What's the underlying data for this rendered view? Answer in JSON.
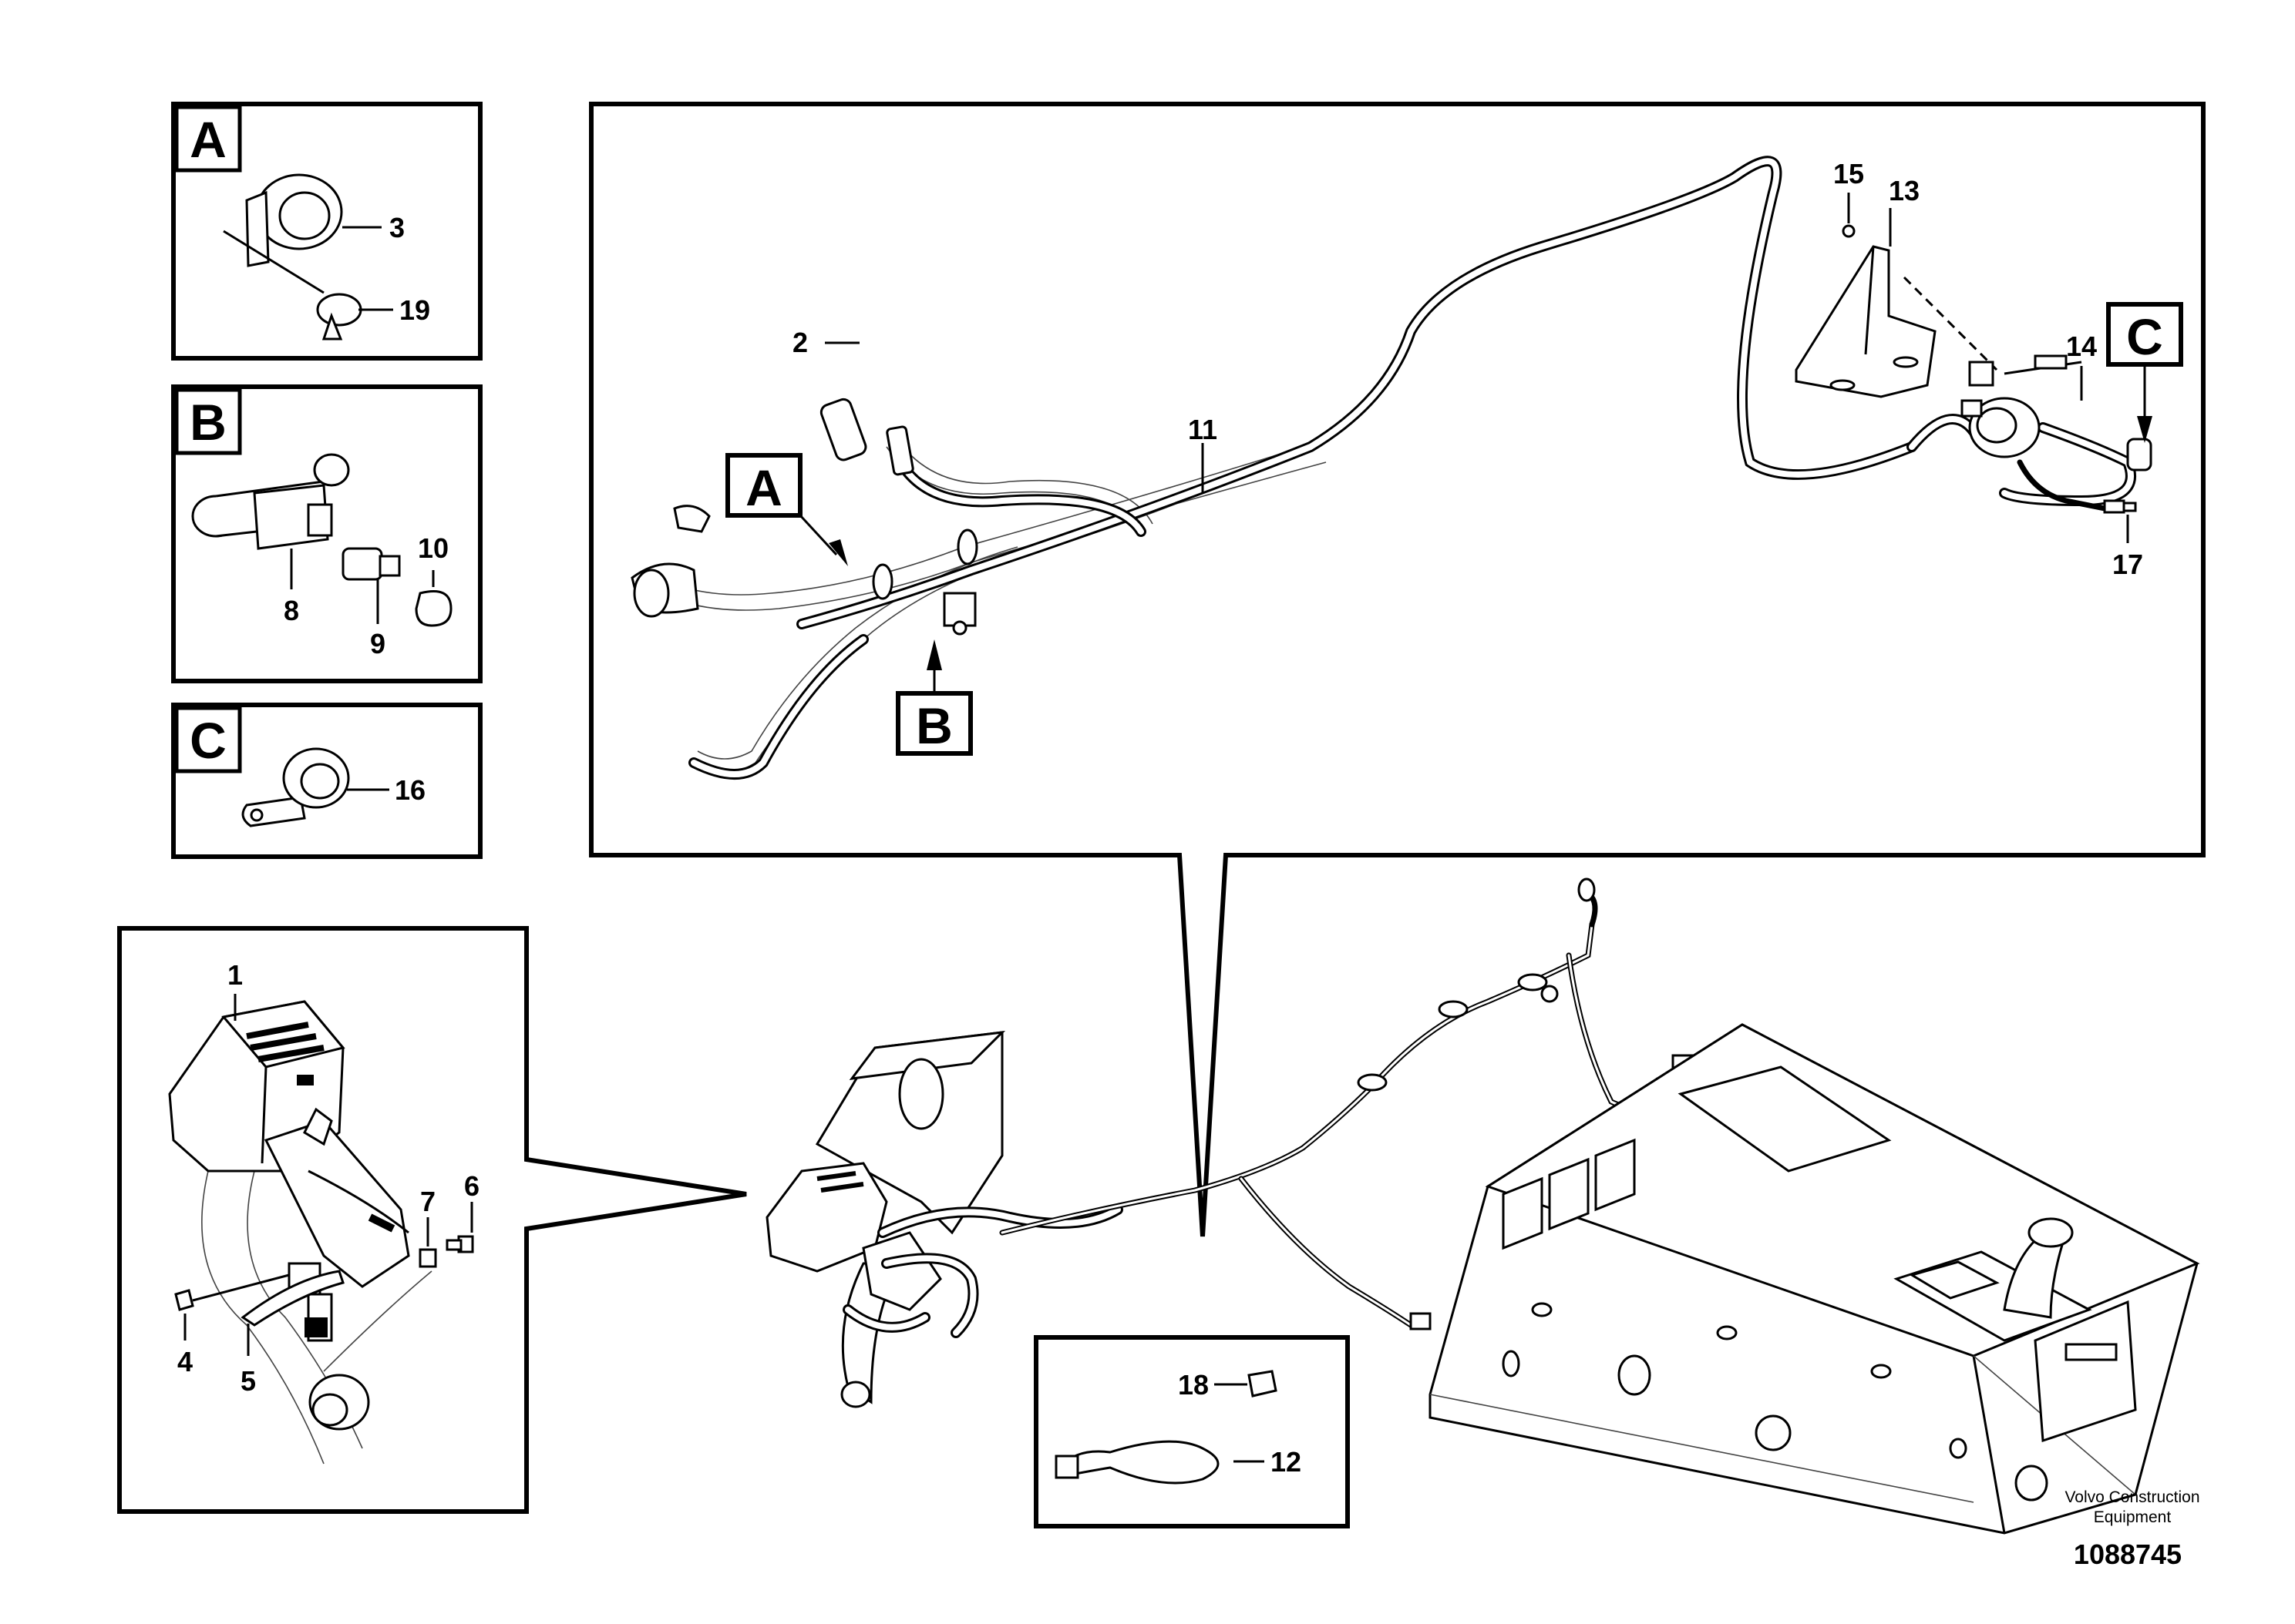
{
  "detail_boxes": [
    {
      "letter": "A",
      "parts": [
        "3",
        "19"
      ]
    },
    {
      "letter": "B",
      "parts": [
        "8",
        "9",
        "10"
      ]
    },
    {
      "letter": "C",
      "parts": [
        "16"
      ]
    }
  ],
  "main_detail": {
    "callouts": [
      "2",
      "11",
      "13",
      "14",
      "15",
      "17"
    ],
    "view_markers": [
      "A",
      "B",
      "C"
    ]
  },
  "heater_detail": {
    "callouts": [
      "1",
      "4",
      "5",
      "6",
      "7"
    ]
  },
  "fastener_detail": {
    "callouts": [
      "18",
      "12"
    ]
  },
  "brand": {
    "line1": "Volvo Construction",
    "line2": "Equipment"
  },
  "document_number": "1088745"
}
